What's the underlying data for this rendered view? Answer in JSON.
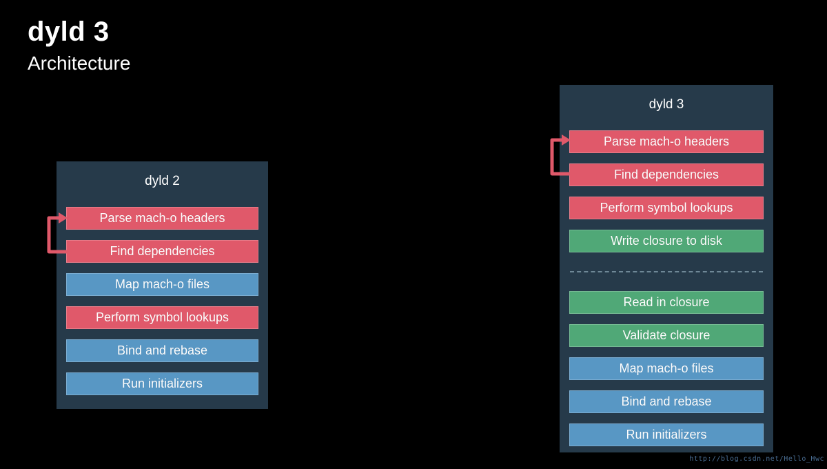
{
  "header": {
    "title": "dyld 3",
    "subtitle": "Architecture"
  },
  "colors": {
    "background": "#000000",
    "panel": "#263A4A",
    "step_red": "#E0596A",
    "step_blue": "#5897C4",
    "step_green": "#50A877",
    "text": "#FFFFFF",
    "divider": "#88A3B2",
    "watermark": "#4A6E94"
  },
  "diagram": {
    "dyld2": {
      "title": "dyld 2",
      "rows": [
        {
          "label": "Parse mach-o headers",
          "color": "red"
        },
        {
          "label": "Find dependencies",
          "color": "red"
        },
        {
          "label": "Map mach-o files",
          "color": "blue"
        },
        {
          "label": "Perform symbol lookups",
          "color": "red"
        },
        {
          "label": "Bind and rebase",
          "color": "blue"
        },
        {
          "label": "Run initializers",
          "color": "blue"
        }
      ],
      "loop_arrow": {
        "from": "Find dependencies",
        "to": "Parse mach-o headers"
      }
    },
    "dyld3": {
      "title": "dyld 3",
      "upper_rows": [
        {
          "label": "Parse mach-o headers",
          "color": "red"
        },
        {
          "label": "Find dependencies",
          "color": "red"
        },
        {
          "label": "Perform symbol lookups",
          "color": "red"
        },
        {
          "label": "Write closure to disk",
          "color": "green"
        }
      ],
      "lower_rows": [
        {
          "label": "Read in closure",
          "color": "green"
        },
        {
          "label": "Validate closure",
          "color": "green"
        },
        {
          "label": "Map mach-o files",
          "color": "blue"
        },
        {
          "label": "Bind and rebase",
          "color": "blue"
        },
        {
          "label": "Run initializers",
          "color": "blue"
        }
      ],
      "loop_arrow": {
        "from": "Find dependencies",
        "to": "Parse mach-o headers"
      }
    }
  },
  "watermark": "http://blog.csdn.net/Hello_Hwc"
}
